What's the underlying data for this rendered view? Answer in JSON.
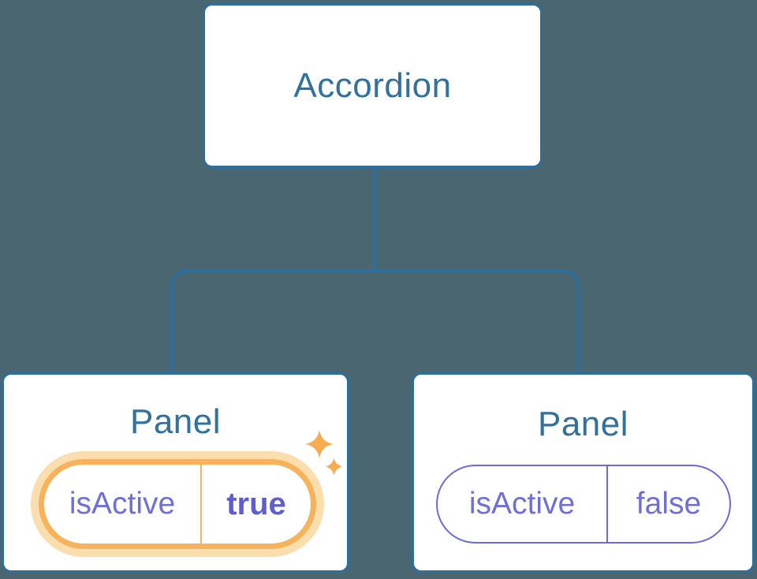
{
  "root_node": {
    "label": "Accordion"
  },
  "panel_nodes": [
    {
      "label": "Panel",
      "state": {
        "key": "isActive",
        "value": "true"
      },
      "highlighted": true
    },
    {
      "label": "Panel",
      "state": {
        "key": "isActive",
        "value": "false"
      },
      "highlighted": false
    }
  ],
  "icons": {
    "sparkle_large": "sparkle-icon",
    "sparkle_small": "sparkle-icon"
  },
  "colors": {
    "background": "#4A6670",
    "connector_line": "#2E6E9C",
    "node_border": "#2E6E9C",
    "node_background": "#FFFFFF",
    "node_title_text": "#30719D",
    "state_text": "#6F6FD8",
    "state_value_active_text": "#5E5ED1",
    "active_ring": "#F6B35C",
    "active_glow": "#FBDEAE",
    "sparkle": "#F6AC4F"
  }
}
